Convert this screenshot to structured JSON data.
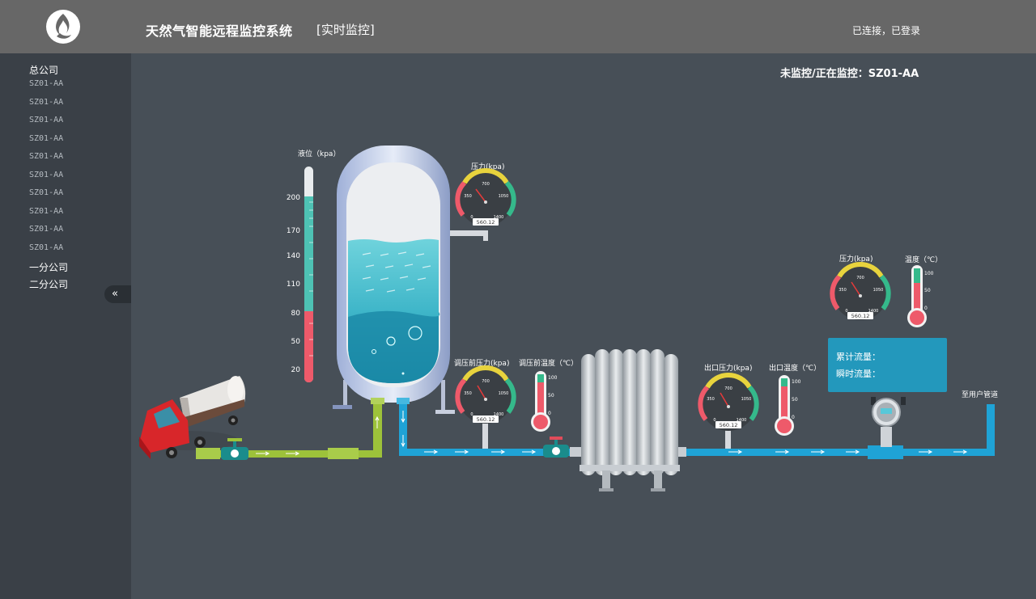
{
  "header": {
    "title": "天然气智能远程监控系统",
    "mode": "[实时监控]",
    "status": "已连接，已登录"
  },
  "sidebar": {
    "company": "总公司",
    "sites": [
      "SZ01-AA",
      "SZ01-AA",
      "SZ01-AA",
      "SZ01-AA",
      "SZ01-AA",
      "SZ01-AA",
      "SZ01-AA",
      "SZ01-AA",
      "SZ01-AA",
      "SZ01-AA"
    ],
    "branches": [
      "一分公司",
      "二分公司"
    ],
    "collapse_glyph": "«"
  },
  "monitor": {
    "label": "未监控/正在监控：SZ01-AA"
  },
  "level_gauge": {
    "label": "液位（kpa）",
    "ticks": [
      "200",
      "170",
      "140",
      "110",
      "80",
      "50",
      "20"
    ]
  },
  "tank_pressure": {
    "label": "压力(kpa)",
    "scale": [
      "0",
      "350",
      "700",
      "1050",
      "1400"
    ],
    "reading": "560.12"
  },
  "pre_pressure": {
    "label": "调压前压力(kpa)",
    "scale": [
      "0",
      "350",
      "700",
      "1050",
      "1400"
    ],
    "reading": "560.12"
  },
  "pre_temp": {
    "label": "调压前温度（℃）",
    "scale": [
      "100",
      "50",
      "0"
    ]
  },
  "out_pressure": {
    "label": "出口压力(kpa)",
    "scale": [
      "0",
      "350",
      "700",
      "1050",
      "1400"
    ],
    "reading": "560.12"
  },
  "out_temp": {
    "label": "出口温度（℃）",
    "scale": [
      "100",
      "50",
      "0"
    ]
  },
  "meter_pressure": {
    "label": "压力(kpa)",
    "scale": [
      "0",
      "350",
      "700",
      "1050",
      "1400"
    ],
    "reading": "560.12"
  },
  "meter_temp": {
    "label": "温度（℃）",
    "scale": [
      "100",
      "50",
      "0"
    ]
  },
  "flow": {
    "total_label": "累计流量：",
    "instant_label": "瞬时流量："
  },
  "destination": {
    "label": "至用户管道"
  },
  "colors": {
    "header": "#676767",
    "sidebar": "#3a4047",
    "canvas": "#474f57",
    "pipe_green": "#9dc23a",
    "pipe_blue": "#1fa3d6",
    "panel": "#2398bc"
  }
}
